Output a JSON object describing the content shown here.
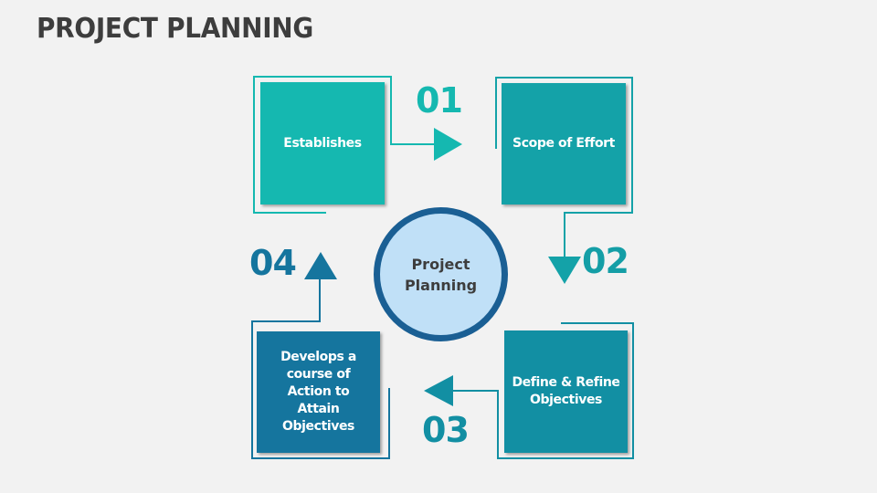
{
  "title": "PROJECT PLANNING",
  "center": {
    "line1": "Project",
    "line2": "Planning",
    "fill_color": "#c0e0f7",
    "border_color": "#1a5f94"
  },
  "steps": [
    {
      "number": "01",
      "label": "Establishes",
      "color": "#15b8b0",
      "arrow": "arrow-right-icon"
    },
    {
      "number": "02",
      "label": "Scope of Effort",
      "color": "#14a2a8",
      "arrow": "arrow-down-icon"
    },
    {
      "number": "03",
      "label": "Define & Refine Objectives",
      "color": "#128fa3",
      "arrow": "arrow-left-icon"
    },
    {
      "number": "04",
      "label": "Develops a course of Action to Attain Objectives",
      "color": "#15759e",
      "arrow": "arrow-up-icon"
    }
  ]
}
